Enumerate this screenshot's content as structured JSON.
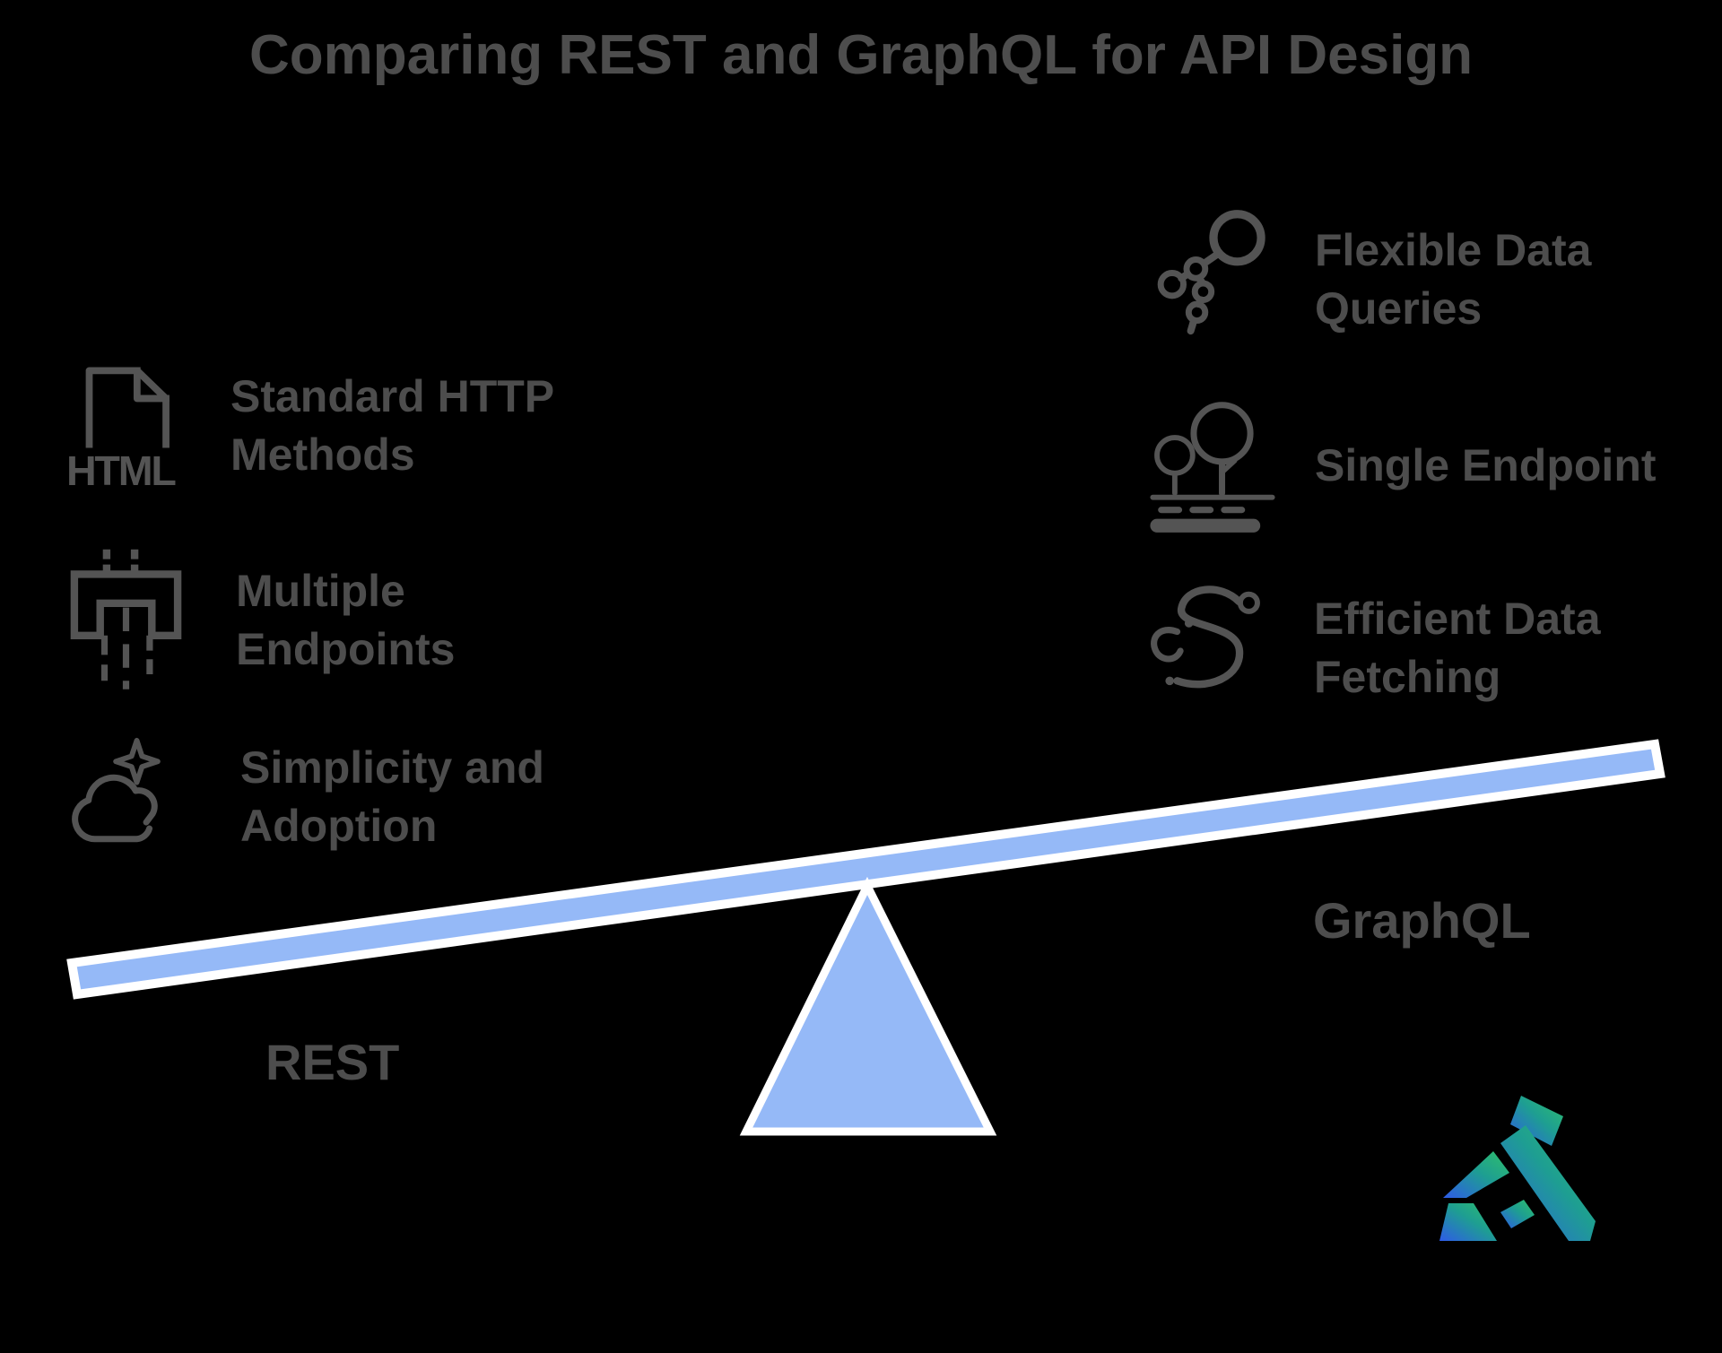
{
  "title": "Comparing REST and GraphQL for API Design",
  "left_side": {
    "name": "REST",
    "features": [
      {
        "label": "Standard HTTP Methods",
        "icon": "html-file-icon"
      },
      {
        "label": "Multiple Endpoints",
        "icon": "multi-endpoint-plug-icon"
      },
      {
        "label": "Simplicity and Adoption",
        "icon": "cloud-sparkle-icon"
      }
    ]
  },
  "right_side": {
    "name": "GraphQL",
    "features": [
      {
        "label": "Flexible Data Queries",
        "icon": "flexible-query-nodes-icon"
      },
      {
        "label": "Single Endpoint",
        "icon": "trees-endpoint-icon"
      },
      {
        "label": "Efficient Data Fetching",
        "icon": "winding-path-icon"
      }
    ]
  },
  "icons": {
    "html_badge_text": "HTML"
  },
  "colors": {
    "background": "#000000",
    "text": "#4d4d4d",
    "icon_stroke": "#545454",
    "seesaw_fill": "#95b9f7",
    "seesaw_outline": "#ffffff",
    "logo_gradient_start": "#2e5be8",
    "logo_gradient_end": "#2fc06a"
  }
}
